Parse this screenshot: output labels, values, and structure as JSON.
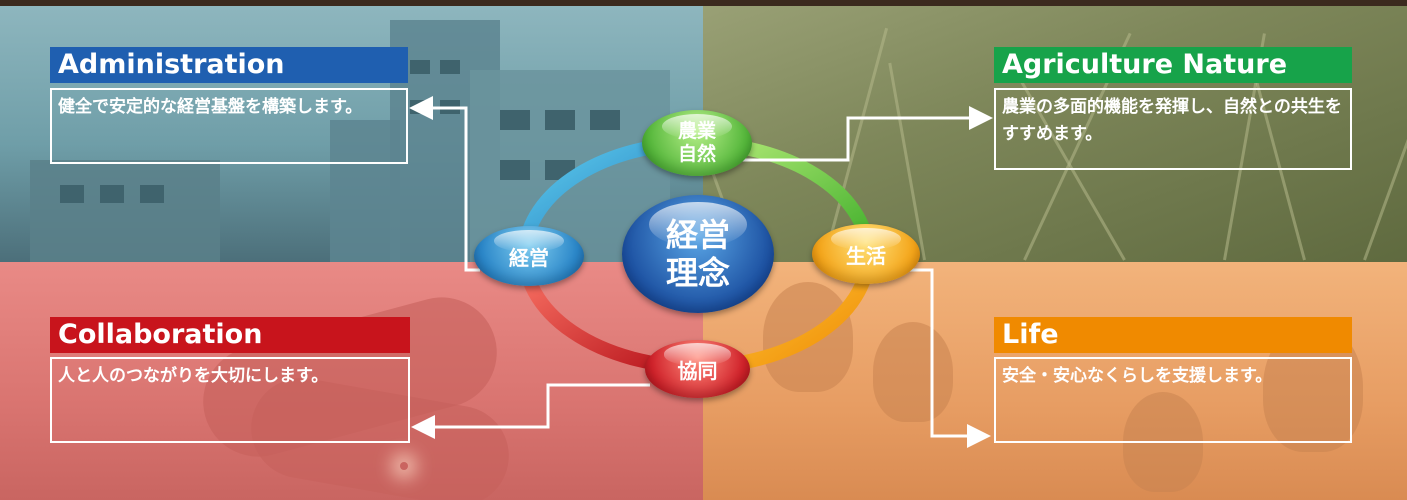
{
  "center": {
    "label_line1": "経営",
    "label_line2": "理念"
  },
  "nodes": {
    "keiei": "経営",
    "nogyo_line1": "農業",
    "nogyo_line2": "自然",
    "seikatsu": "生活",
    "kyodo": "協同"
  },
  "panels": {
    "administration": {
      "title": "Administration",
      "text": "健全で安定的な経営基盤を構築します。",
      "color": "#1f5fb0"
    },
    "agriculture": {
      "title": "Agriculture Nature",
      "text": "農業の多面的機能を発揮し、自然との共生をすすめます。",
      "color": "#17a34a"
    },
    "collaboration": {
      "title": "Collaboration",
      "text": "人と人のつながりを大切にします。",
      "color": "#c8141c"
    },
    "life": {
      "title": "Life",
      "text": "安全・安心なくらしを支援します。",
      "color": "#f08a00"
    }
  }
}
